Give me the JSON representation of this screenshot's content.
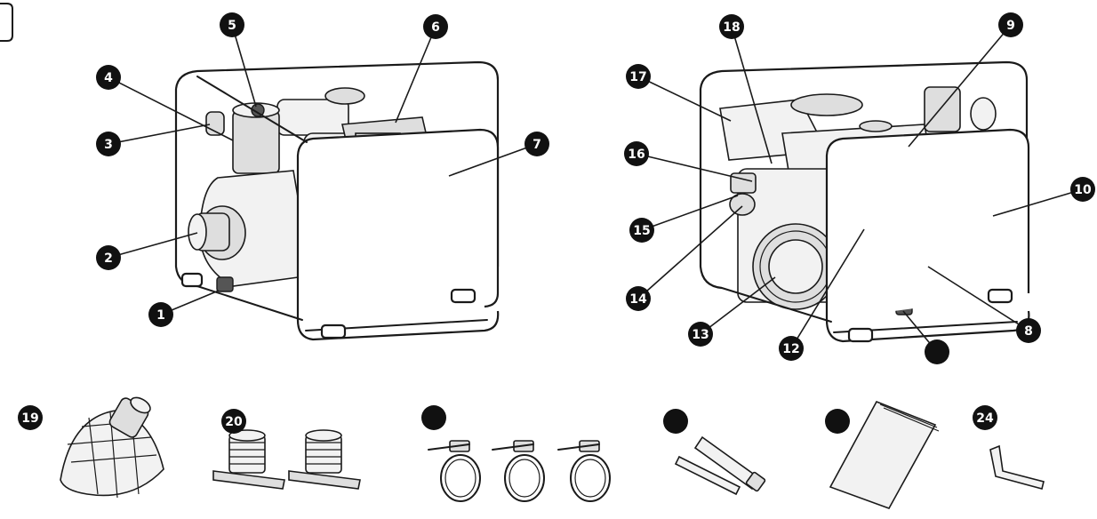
{
  "callouts": [
    {
      "id": "callout-1",
      "label": "1"
    },
    {
      "id": "callout-2",
      "label": "2"
    },
    {
      "id": "callout-3",
      "label": "3"
    },
    {
      "id": "callout-4",
      "label": "4"
    },
    {
      "id": "callout-5",
      "label": "5"
    },
    {
      "id": "callout-6",
      "label": "6"
    },
    {
      "id": "callout-7",
      "label": "7"
    },
    {
      "id": "callout-8",
      "label": "8"
    },
    {
      "id": "callout-9",
      "label": "9"
    },
    {
      "id": "callout-10",
      "label": "10"
    },
    {
      "id": "callout-11",
      "label": ""
    },
    {
      "id": "callout-12",
      "label": "12"
    },
    {
      "id": "callout-13",
      "label": "13"
    },
    {
      "id": "callout-14",
      "label": "14"
    },
    {
      "id": "callout-15",
      "label": "15"
    },
    {
      "id": "callout-16",
      "label": "16"
    },
    {
      "id": "callout-17",
      "label": "17"
    },
    {
      "id": "callout-18",
      "label": "18"
    },
    {
      "id": "callout-19",
      "label": "19"
    },
    {
      "id": "callout-20",
      "label": "20"
    },
    {
      "id": "callout-21",
      "label": ""
    },
    {
      "id": "callout-22",
      "label": ""
    },
    {
      "id": "callout-23",
      "label": ""
    },
    {
      "id": "callout-24",
      "label": "24"
    }
  ]
}
